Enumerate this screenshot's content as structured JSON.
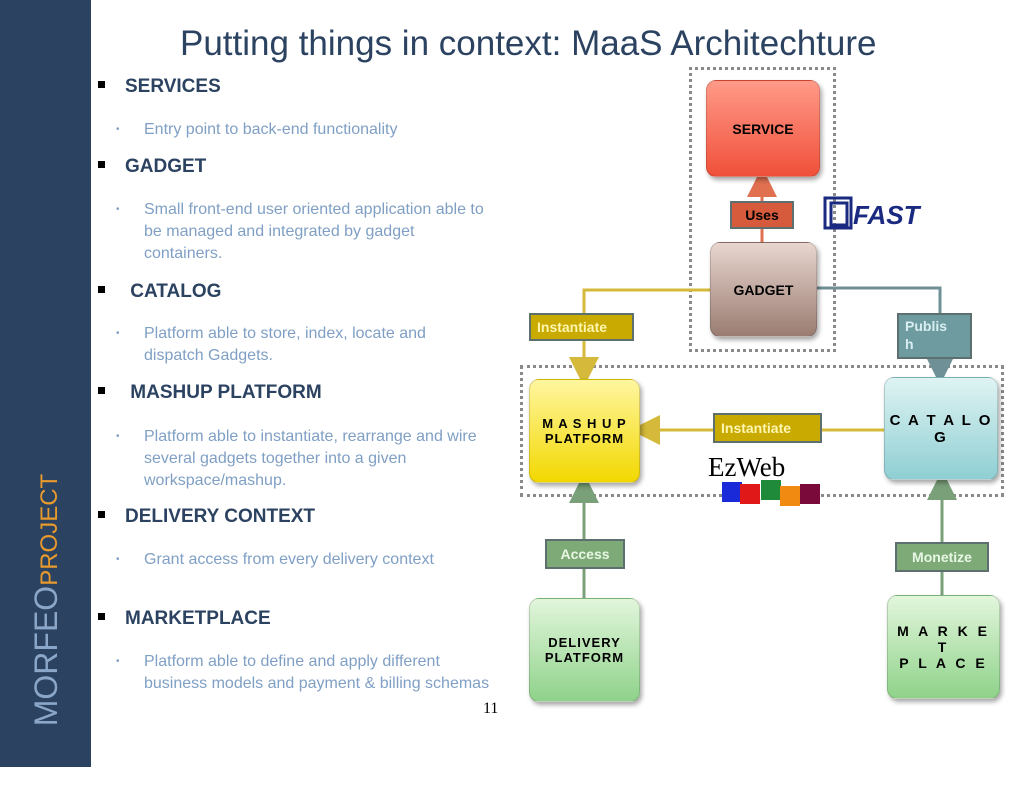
{
  "brand": {
    "part1": "MORFEO",
    "part2": "PROJECT"
  },
  "title": "Putting things in context: MaaS Architechture",
  "bullets": [
    {
      "heading": "SERVICES",
      "text": "Entry point to back-end functionality"
    },
    {
      "heading": "GADGET",
      "text": "Small front-end user oriented application able to be managed and integrated by gadget containers."
    },
    {
      "heading": " CATALOG",
      "text": "Platform able to store, index, locate and dispatch Gadgets."
    },
    {
      "heading": " MASHUP PLATFORM",
      "text": "Platform able to instantiate, rearrange and wire several gadgets together into a given workspace/mashup."
    },
    {
      "heading": "DELIVERY CONTEXT",
      "text": "Grant access from every delivery context"
    },
    {
      "heading": "MARKETPLACE",
      "text": "Platform able to define and apply different business models and payment & billing schemas"
    }
  ],
  "page_number": "11",
  "diagram": {
    "nodes": {
      "service": "SERVICE",
      "gadget": "GADGET",
      "mashup_line1": "M A S H U P",
      "mashup_line2": "PLATFORM",
      "catalog_line1": "C A T A L O",
      "catalog_line2": "G",
      "delivery_line1": "DELIVERY",
      "delivery_line2": "PLATFORM",
      "market_line1": "M A R K E T",
      "market_line2": "P L A C E"
    },
    "labels": {
      "uses": "Uses",
      "instantiate_top": "Instantiate",
      "instantiate_mid": "Instantiate",
      "publish_line1": "Publis",
      "publish_line2": "h",
      "access": "Access",
      "monetize": "Monetize"
    },
    "logos": {
      "fast": "FAST",
      "ezweb": "EzWeb"
    }
  },
  "colors": {
    "sidebar": "#2b4261",
    "title": "#2b4261",
    "subtext": "#7f9fc4",
    "brand_light": "#8aa7c9",
    "brand_accent": "#e89a2c",
    "connector_yellow": "#d4b93a",
    "connector_teal": "#6e9096",
    "connector_green": "#7aa07a",
    "connector_red": "#e07050"
  }
}
